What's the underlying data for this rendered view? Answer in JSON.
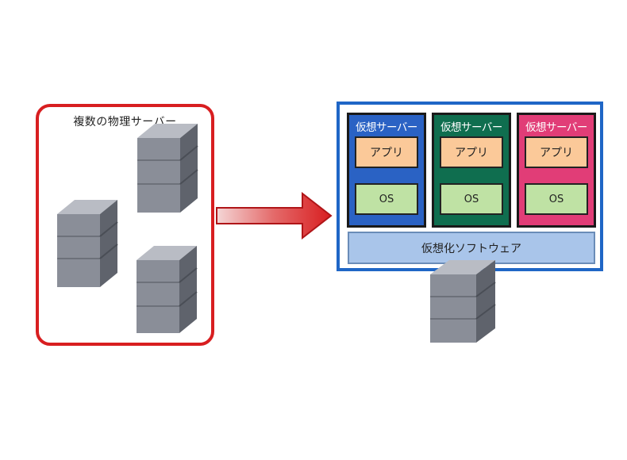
{
  "physical": {
    "title": "複数の物理サーバー",
    "border_color": "#d81e20"
  },
  "arrow": {
    "color": "#d81e20"
  },
  "virtual": {
    "border_color": "#1f66c6",
    "vms": [
      {
        "title": "仮想サーバー",
        "app": "アプリ",
        "os": "OS",
        "color": "#2a62c4"
      },
      {
        "title": "仮想サーバー",
        "app": "アプリ",
        "os": "OS",
        "color": "#0f6e4f"
      },
      {
        "title": "仮想サーバー",
        "app": "アプリ",
        "os": "OS",
        "color": "#e13d77"
      }
    ],
    "software": "仮想化ソフトウェア"
  },
  "icons": [
    "server-icon",
    "arrow-right-icon"
  ]
}
